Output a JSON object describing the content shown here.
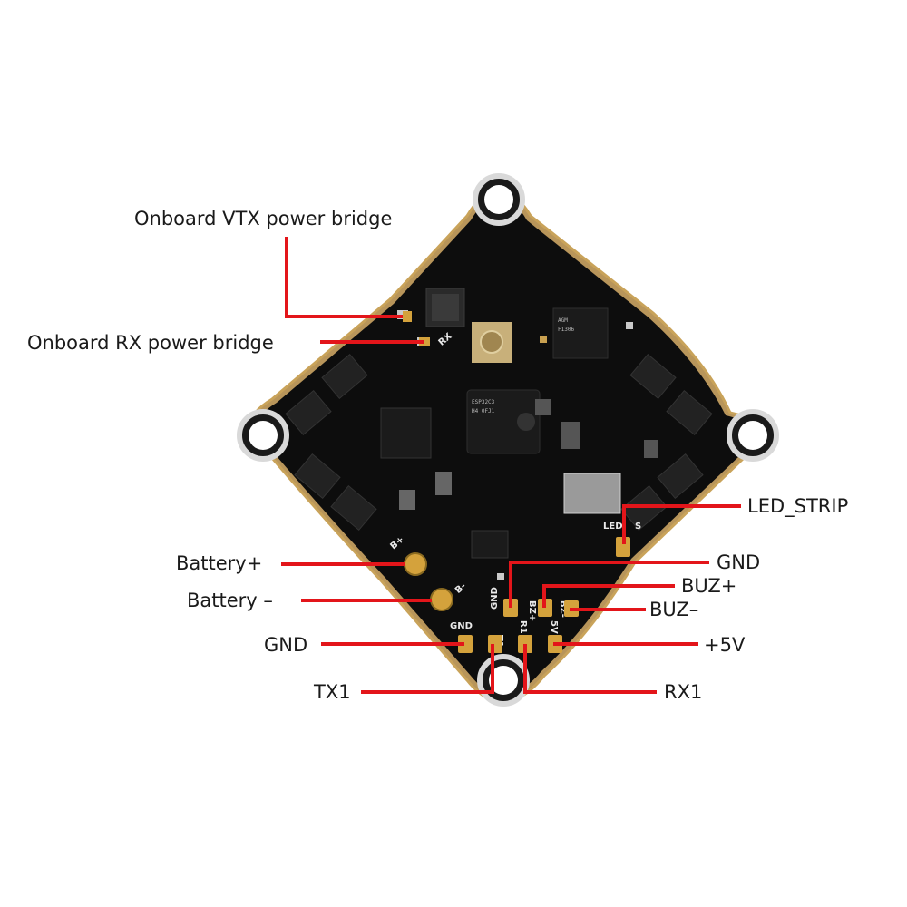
{
  "labels": {
    "vtx_bridge": "Onboard VTX power bridge",
    "rx_bridge": "Onboard RX power bridge",
    "battery_plus": "Battery+",
    "battery_minus": "Battery –",
    "gnd_left": "GND",
    "tx1": "TX1",
    "led_strip": "LED_STRIP",
    "gnd_right": "GND",
    "buz_plus": "BUZ+",
    "buz_minus": "BUZ–",
    "plus_5v": "+5V",
    "rx1": "RX1"
  },
  "silkscreen": {
    "b_plus": "B+",
    "b_minus": "B-",
    "gnd": "GND",
    "t1": "T1",
    "r1": "R1",
    "bz_plus": "BZ+",
    "bz_minus": "BZ-",
    "five_v": "5V",
    "rx": "RX",
    "led": "LED",
    "s": "S"
  },
  "colors": {
    "board": "#0d0d0d",
    "board_edge": "#c9a35a",
    "pad": "#d4a23c",
    "leader": "#e3151a",
    "text": "#1a1a1a"
  }
}
